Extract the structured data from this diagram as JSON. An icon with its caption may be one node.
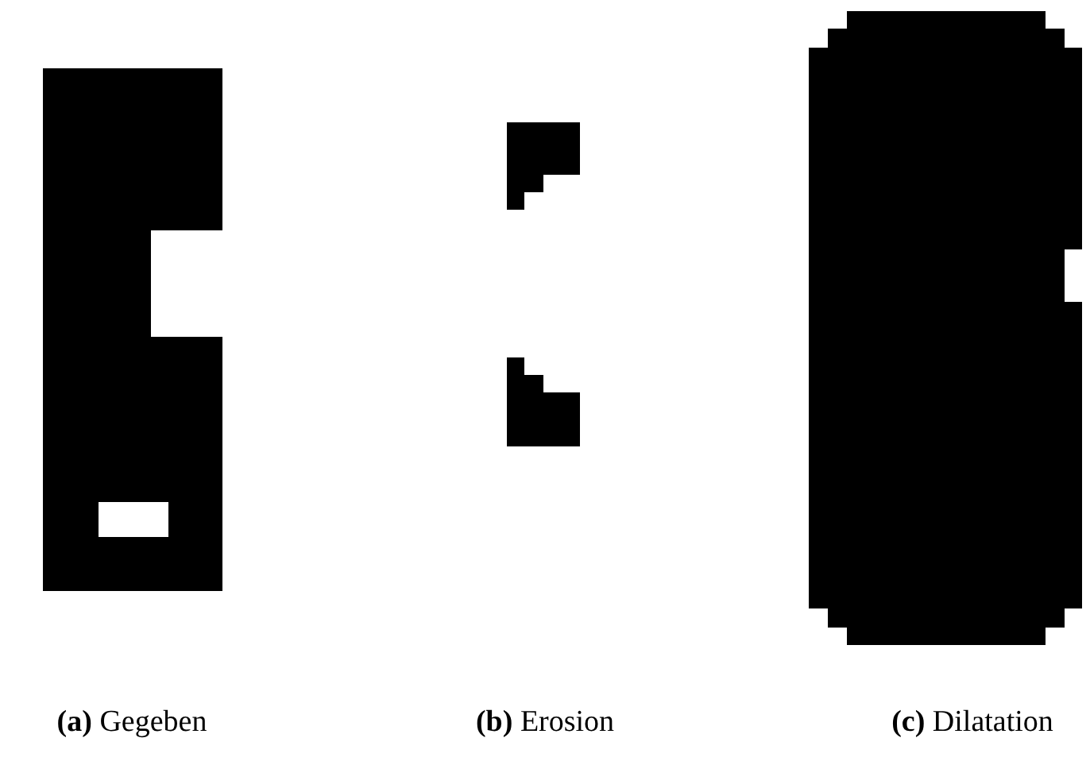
{
  "diagram": {
    "labels": [
      "**(a)** Gegeben",
      "**(b)** Erosion",
      "**(c)** Dilatation"
    ]
  }
}
